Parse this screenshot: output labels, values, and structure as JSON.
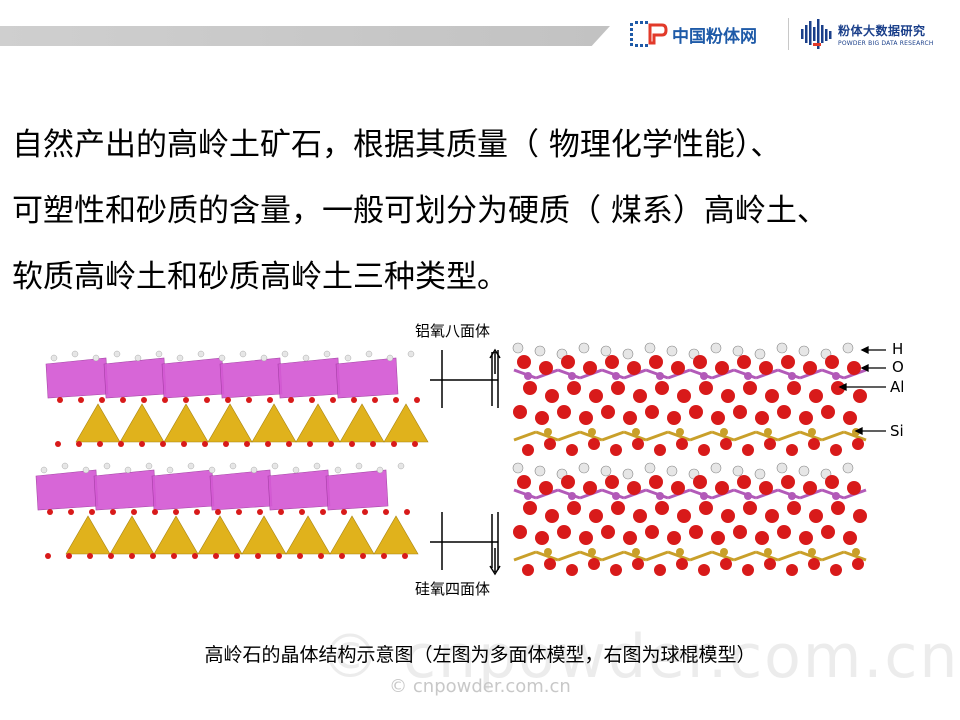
{
  "header": {
    "logo_cnpowder": "中国粉体网",
    "logo_pbd_title": "粉体大数据研究",
    "logo_pbd_subtitle": "POWDER BIG DATA RESEARCH"
  },
  "paragraph": {
    "line1": "自然产出的高岭土矿石，根据其质量（ 物理化学性能）、",
    "line2": "可塑性和砂质的含量，一般可划分为硬质（ 煤系）高岭土、",
    "line3": "软质高岭土和砂质高岭土三种类型。"
  },
  "figure": {
    "label_octahedron": "铝氧八面体",
    "label_tetrahedron": "硅氧四面体",
    "atom_h": "H",
    "atom_o": "O",
    "atom_al": "Al",
    "atom_si": "Si",
    "watermark_large": "© cnpowder.com.cn",
    "colors": {
      "octahedron": "#d45ad4",
      "tetrahedron": "#e0b21c",
      "oxygen": "#d81a1a",
      "hydrogen": "#e6e6e6",
      "aluminium": "#b25ab8",
      "silicon": "#c9a02a"
    }
  },
  "caption": "高岭石的晶体结构示意图（左图为多面体模型，右图为球棍模型）",
  "watermark": "© cnpowder.com.cn"
}
